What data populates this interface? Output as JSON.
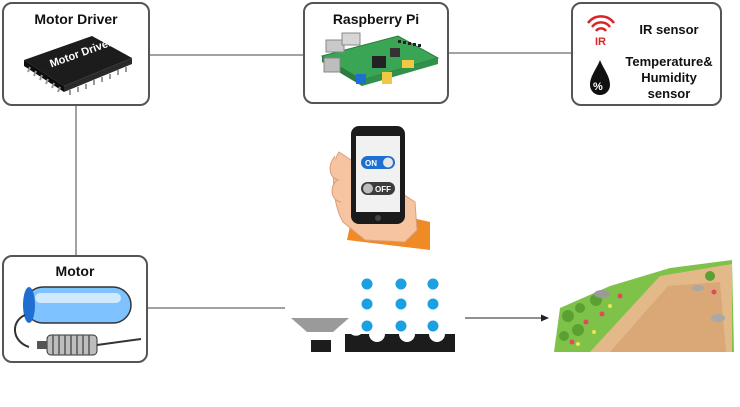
{
  "boxes": {
    "motor_driver": {
      "title": "Motor Driver",
      "chip_text": "Motor Driver"
    },
    "raspberry_pi": {
      "title": "Raspberry Pi"
    },
    "sensors": {
      "ir_label": "IR sensor",
      "ir_icon_text": "IR",
      "temp_label": "Temperature&\nHumidity\nsensor",
      "temp_icon_text": "%"
    },
    "motor": {
      "title": "Motor"
    }
  },
  "phone": {
    "on_label": "ON",
    "off_label": "OFF"
  },
  "colors": {
    "border": "#555555",
    "board_green": "#3aa655",
    "toggle_blue": "#1e6fd1",
    "sprinkler_blue": "#1ba1e2",
    "ir_red": "#d9262a",
    "skin": "#f6c4a0",
    "sleeve": "#f08a24"
  }
}
